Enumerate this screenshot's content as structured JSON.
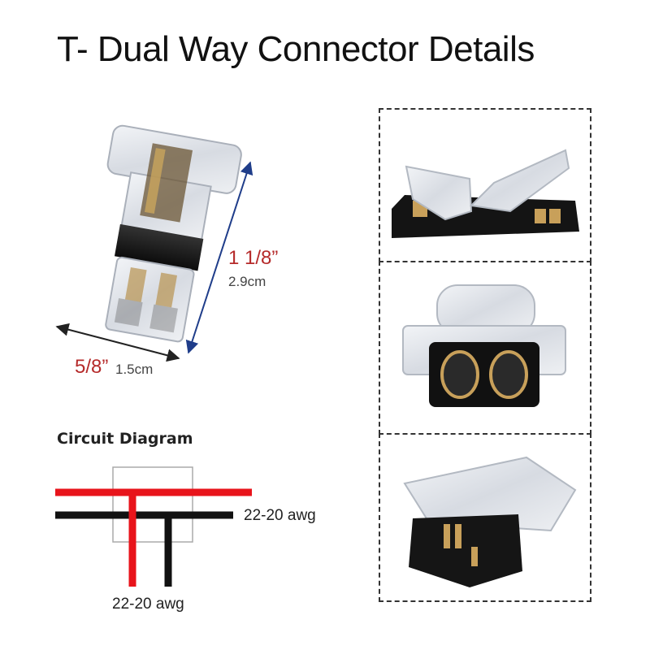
{
  "title": "T- Dual Way Connector Details",
  "dimensions": {
    "length_in": "1 1/8”",
    "length_cm": "2.9cm",
    "width_in": "5/8”",
    "width_cm": "1.5cm"
  },
  "circuit": {
    "title": "Circuit Diagram",
    "wire_label_right": "22-20 awg",
    "wire_label_bottom": "22-20 awg"
  },
  "colors": {
    "red_wire": "#e8141b",
    "black_wire": "#111111",
    "dimension_red": "#b52a2a",
    "dimension_arrow": "#1f3d8a"
  },
  "icons": [
    "connector-photo",
    "connector-side-open-view",
    "connector-front-view",
    "connector-angled-view"
  ]
}
